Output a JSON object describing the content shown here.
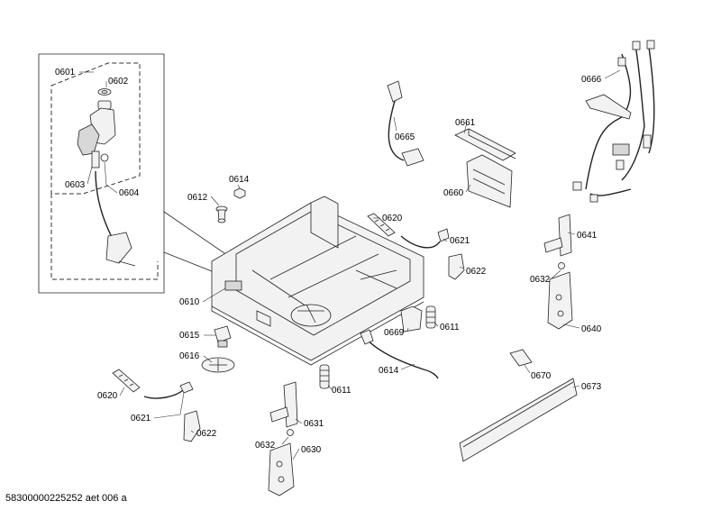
{
  "labels": {
    "l0601": "0601",
    "l0602": "0602",
    "l0603": "0603",
    "l0604": "0604",
    "l0612": "0612",
    "l0614a": "0614",
    "l0610": "0610",
    "l0615": "0615",
    "l0616": "0616",
    "l0620a": "0620",
    "l0621a": "0621",
    "l0622a": "0622",
    "l0620b": "0620",
    "l0621b": "0621",
    "l0622b": "0622",
    "l0665": "0665",
    "l0661": "0661",
    "l0660": "0660",
    "l0666": "0666",
    "l0641": "0641",
    "l0632a": "0632",
    "l0640": "0640",
    "l0669": "0669",
    "l0611a": "0611",
    "l0611b": "0611",
    "l0614b": "0614",
    "l0631": "0631",
    "l0632b": "0632",
    "l0630": "0630",
    "l0670": "0670",
    "l0673": "0673"
  },
  "footer": {
    "document_id": "58300000225252 aet 006 a"
  }
}
